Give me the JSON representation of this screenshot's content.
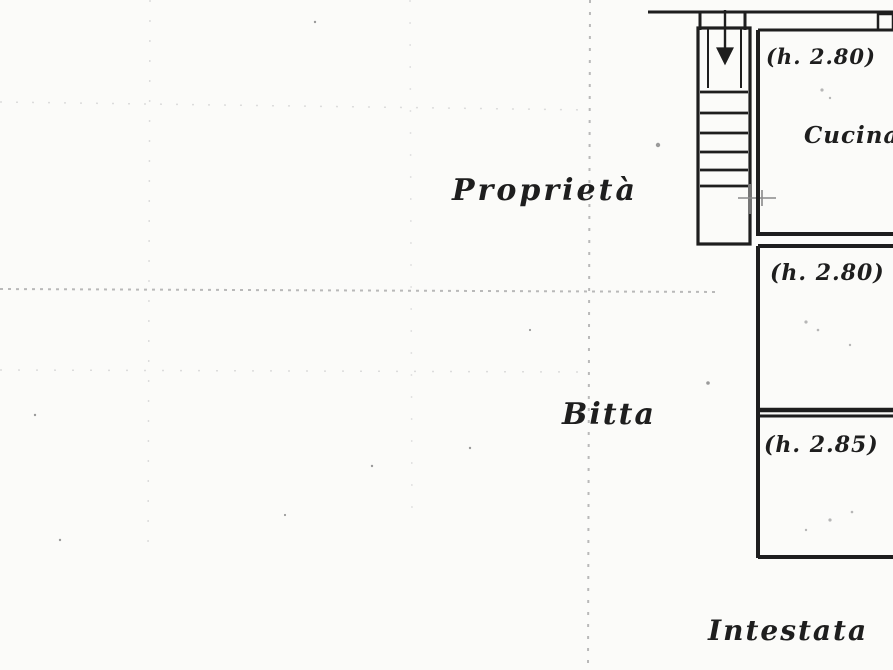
{
  "labels": {
    "proprieta": "Proprietà",
    "bitta": "Bitta",
    "intestata": "Intestata",
    "cucina": "Cucina",
    "height_room_1": "(h. 2.80)",
    "height_room_2": "(h. 2.80)",
    "height_room_3": "(h. 2.85)"
  },
  "colors": {
    "ink": "#1e1e1e",
    "paper": "#fbfbf9",
    "dotted_lines": "#b9b9b9"
  },
  "icons": {
    "stair_arrow": "down-arrow-icon"
  }
}
